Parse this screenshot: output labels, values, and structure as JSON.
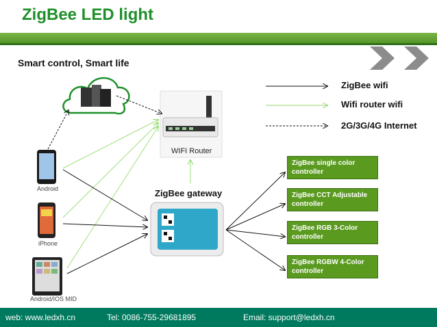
{
  "title": "ZigBee LED light",
  "subtitle": "Smart control, Smart life",
  "legend": [
    {
      "label": "ZigBee wifi",
      "style": "solid-black"
    },
    {
      "label": "Wifi router wifi",
      "style": "solid-green"
    },
    {
      "label": "2G/3G/4G Internet",
      "style": "dashed-black"
    }
  ],
  "router": {
    "label": "WIFI Router"
  },
  "gateway": {
    "label": "ZigBee gateway"
  },
  "devices": [
    {
      "label": "Android"
    },
    {
      "label": "iPhone"
    },
    {
      "label": "Android/IOS MID"
    }
  ],
  "controllers": [
    {
      "label": "ZigBee single color controller"
    },
    {
      "label": "ZigBee CCT Adjustable controller"
    },
    {
      "label": "ZigBee RGB 3-Color controller"
    },
    {
      "label": "ZigBee RGBW 4-Color controller"
    }
  ],
  "footer": {
    "web": "web: www.ledxh.cn",
    "tel": "Tel: 0086-755-29681895",
    "email": "Email: support@ledxh.cn"
  },
  "colors": {
    "accent_green": "#1f8f2a",
    "controller_green": "#5a9a1f",
    "footer_teal": "#007a5e",
    "wifi_line_green": "#9ee07a"
  }
}
